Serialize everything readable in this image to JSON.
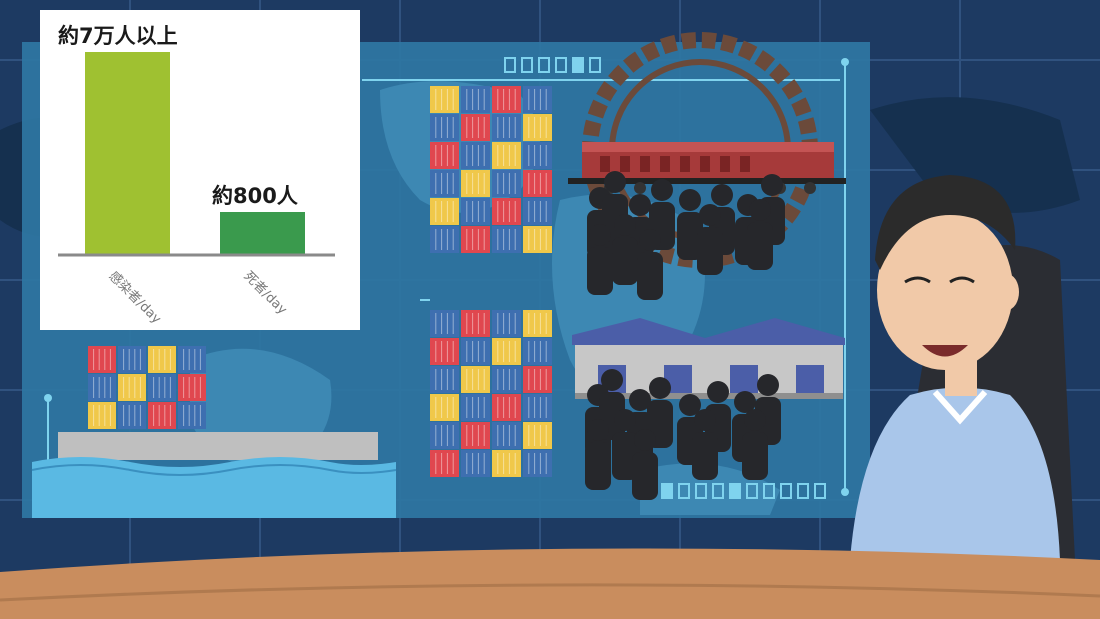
{
  "colors": {
    "background": "#1d3a62",
    "map_panel": "#2f77a3",
    "bar_infected": "#9fc131",
    "bar_deaths": "#3a9a4d",
    "desk": "#c98d5e",
    "shirt": "#a9c6ea"
  },
  "chart_data": {
    "type": "bar",
    "categories": [
      "感染者/day",
      "死者/day"
    ],
    "values": [
      70000,
      800
    ],
    "data_labels": [
      "約7万人以上",
      "約800人"
    ],
    "title": "",
    "xlabel": "",
    "ylabel": "",
    "note": "bars drawn non-proportionally in original"
  },
  "icons": [
    "container-stack-icon",
    "train-icon",
    "warehouse-icon",
    "crowd-icon",
    "ship-icon",
    "newscaster-icon"
  ]
}
